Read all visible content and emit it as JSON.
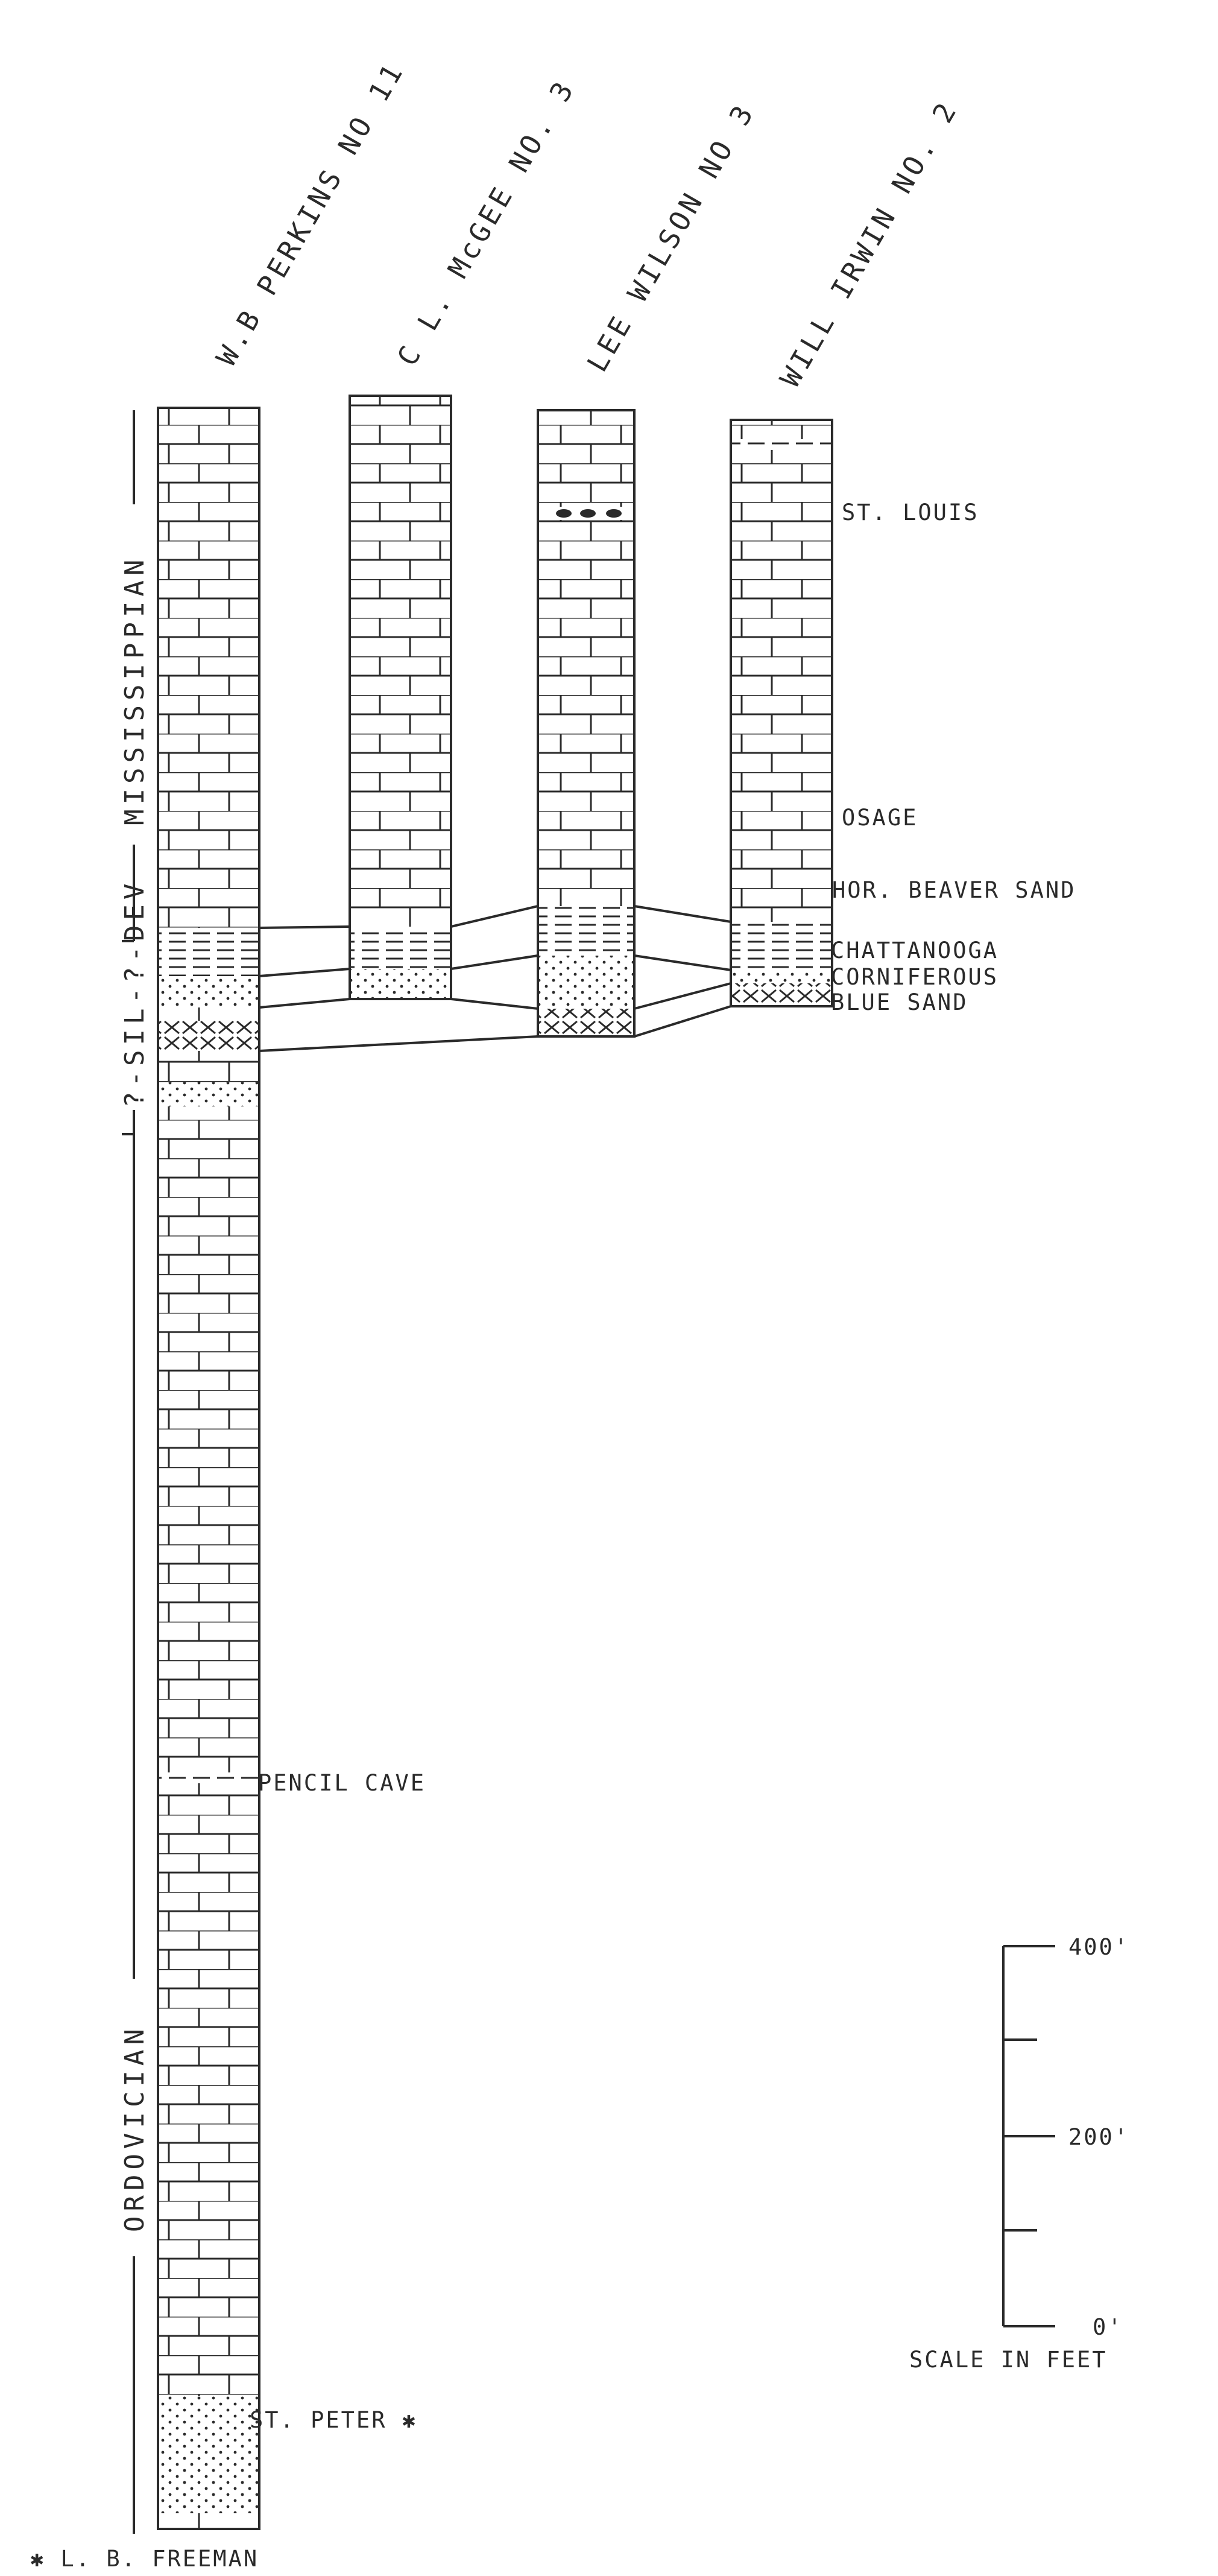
{
  "wells": [
    {
      "id": "perkins",
      "name": "W.B PERKINS NO 11"
    },
    {
      "id": "mcgee",
      "name": "C L. McGEE NO. 3"
    },
    {
      "id": "wilson",
      "name": "LEE WILSON NO 3"
    },
    {
      "id": "irwin",
      "name": "WILL IRWIN NO. 2"
    }
  ],
  "systems": {
    "mississippian": "MISSISSIPPIAN",
    "sil_dev": "?-SIL-?-DEV",
    "ordovician": "ORDOVICIAN"
  },
  "formations": {
    "st_louis": "ST. LOUIS",
    "osage": "OSAGE",
    "hor_beaver_sand": "HOR. BEAVER SAND",
    "chattanooga": "CHATTANOOGA",
    "corniferous": "CORNIFEROUS",
    "blue_sand": "BLUE SAND",
    "pencil_cave": "PENCIL CAVE",
    "st_peter": "ST. PETER ✱"
  },
  "scale": {
    "title": "SCALE IN FEET",
    "ticks": [
      "400'",
      "200'",
      "0'"
    ],
    "max_feet": 400
  },
  "credit": "✱ L. B. FREEMAN",
  "colors": {
    "ink": "#2a2a2a",
    "paper": "#ffffff"
  }
}
